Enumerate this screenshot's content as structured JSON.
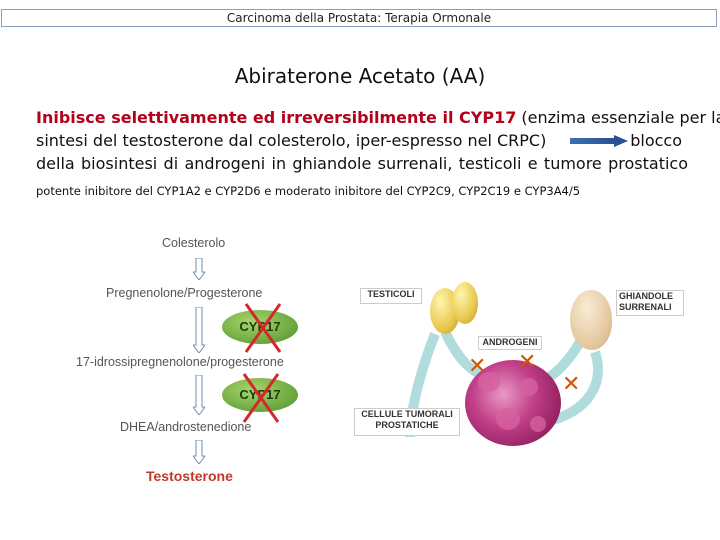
{
  "header": {
    "text": "Carcinoma della Prostata: Terapia Ormonale"
  },
  "title": "Abiraterone Acetato (AA)",
  "paragraph": {
    "line1_red": "Inibisce selettivamente ed irreversibilmente il CYP17",
    "line1_rest": " (enzima essenziale per la",
    "line2": "sintesi del testosterone dal colesterolo, iper-espresso nel CRPC)",
    "line2_end": "blocco",
    "line3": "della biosintesi di androgeni in ghiandole surrenali, testicoli e tumore prostatico"
  },
  "note": "potente inibitore del CYP1A2 e CYP2D6 e moderato inibitore del CYP2C9, CYP2C19 e CYP3A4/5",
  "pathway": {
    "steps": [
      "Colesterolo",
      "Pregnenolone/Progesterone",
      "17-idrossipregnenolone/progesterone",
      "DHEA/androstenedione",
      "Testosterone"
    ],
    "enzymes": [
      "CYP17",
      "CYP17"
    ],
    "colors": {
      "arrow": "#6f8fb0",
      "cross": "#d62828",
      "enzyme": "#6aa83a",
      "testosterone": "#c0392b"
    }
  },
  "diagram": {
    "testicoli": "TESTICOLI",
    "ghiandole_line1": "GHIANDOLE",
    "ghiandole_line2": "SURRENALI",
    "androgeni": "ANDROGENI",
    "cellule_line1": "CELLULE TUMORALI",
    "cellule_line2": "PROSTATICHE",
    "colors": {
      "flow": "#9ed3d6",
      "x": "#d35400"
    }
  }
}
